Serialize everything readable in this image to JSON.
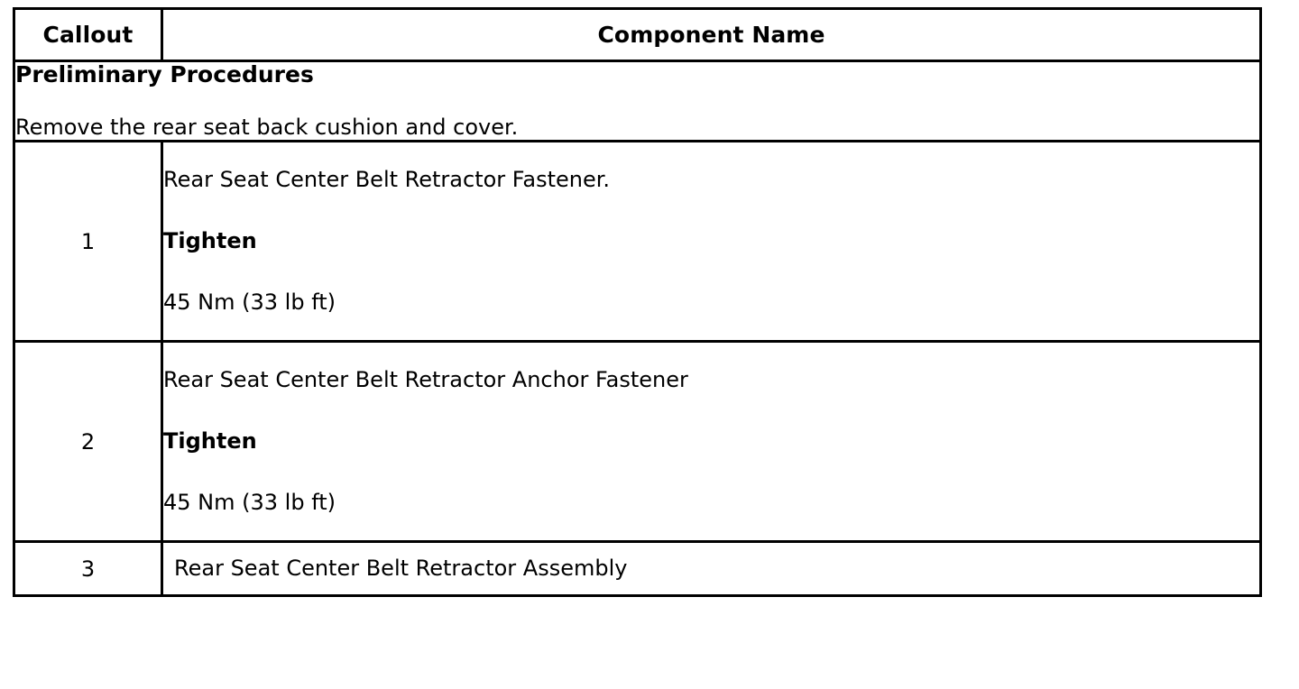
{
  "table": {
    "headers": {
      "callout": "Callout",
      "component_name": "Component Name"
    },
    "preliminary": {
      "title": "Preliminary Procedures",
      "text": "Remove the rear seat back cushion and cover."
    },
    "rows": [
      {
        "callout": "1",
        "lines": [
          {
            "text": "Rear Seat Center Belt Retractor Fastener.",
            "bold": false
          },
          {
            "text": "Tighten",
            "bold": true
          },
          {
            "text": "45 Nm (33 lb ft)",
            "bold": false
          }
        ]
      },
      {
        "callout": "2",
        "lines": [
          {
            "text": "Rear Seat Center Belt Retractor Anchor Fastener",
            "bold": false
          },
          {
            "text": "Tighten",
            "bold": true
          },
          {
            "text": "45 Nm (33 lb ft)",
            "bold": false
          }
        ]
      },
      {
        "callout": "3",
        "lines": [
          {
            "text": "Rear Seat Center Belt Retractor Assembly",
            "bold": false
          }
        ]
      }
    ]
  },
  "colors": {
    "border": "#000000",
    "text": "#000000",
    "background": "#ffffff"
  }
}
